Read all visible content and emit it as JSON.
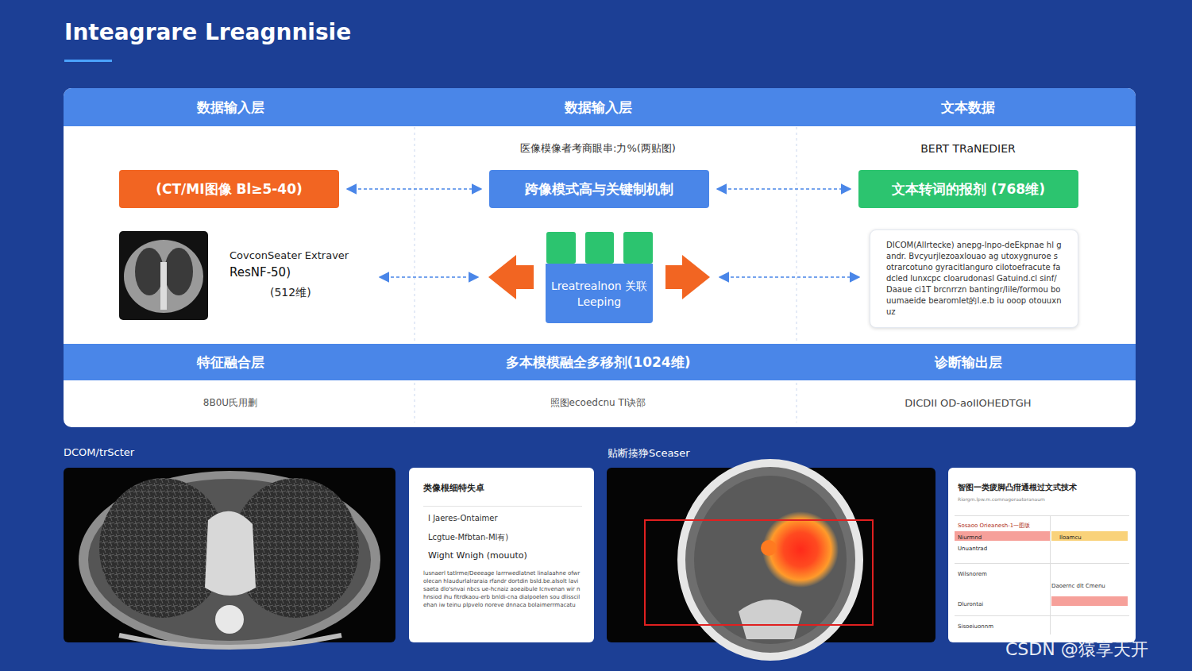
{
  "diagram": {
    "title": "Inteagrare Lreagnnisie",
    "nodes": [
      {
        "text": [
          "数据输入层",
          "数据输入层",
          "文本数据"
        ]
      },
      {
        "text": [
          "(CT/MI图像  Bl≥5-40)"
        ]
      },
      {
        "text": [
          "跨像模式高与关键制机制"
        ]
      },
      {
        "text": [
          "文本转词的报剂 (768维)"
        ]
      },
      {
        "text": [
          "Lreatrealnon 关联 Leeping"
        ]
      },
      {
        "text": [
          "DICOM(Allrtecke) anepg-lnpo-deEkpnae hl gandr. Bvcyurjlezoaxlouao ag utoxygnuroe sotrarcotuno gyracitlanguro cilotoefracute fadcled lunxcpc cloarudonasl Gatuind.cl sinf/Daaue ci1T brcnrrzn bantingr/lile/formou bouumaeide bearomlet的l.e.b iu ooop otouuxnuz"
        ]
      },
      {
        "text": [
          "特征融合层",
          "多本模模融全多移剂(1024维)",
          "诊断输出层"
        ]
      },
      {
        "text": [
          "类像根细特失卓",
          "I Jaeres-Ontaimer",
          "Lcgtue-Mfbtan-Ml有)",
          "Wight Wnigh (mouuto)",
          "lusnaerl tatlrme/Deeeage larrrwedlatnet linalaahne ofwrolecan hlaudurlalraraia rfandr dortdin bsld.be.alsolt lavisaeta dlo'snvai nbcs ue-hcnaiz aoeaibule Icnvenan wir nhnsiod ihu fitrdkaou-erb bnldi-cna dialpoelen sou dlisscilehan iw teinu plpvelo noreve dnnaca bolaimerrmacatu"
        ]
      },
      {
        "text": [
          "智图一类疲脚凸疳通根过文式技术",
          "Riorgm.lpw.m.comnagoraatoranaum",
          "Sosaoo Orieanesh-1一图版",
          "Niurmnd",
          "Unuantrad",
          "Iloamcu",
          "Wilsnorem",
          "Daoernc dlt Cmenu",
          "Dlurontai",
          "Sisoeiuonnm"
        ]
      }
    ],
    "edges": [
      {
        "from": 1,
        "to": 2,
        "arrow": "both"
      },
      {
        "from": 2,
        "to": 3,
        "arrow": "both"
      }
    ],
    "labels": [
      "医像模像者考商眼串:力%(两贴图)",
      "BERT TRaNEDIER",
      "CovconSeater Extraver",
      "ResNF-50)",
      "(512维)",
      "8B0U氏用删",
      "照图ecoedcnu TI诀部",
      "DICDII OD-aoIIOHEDTGH",
      "DCOM/trScter",
      "贴断揍狰Sceaser",
      "CSDN @猿享天开"
    ]
  }
}
